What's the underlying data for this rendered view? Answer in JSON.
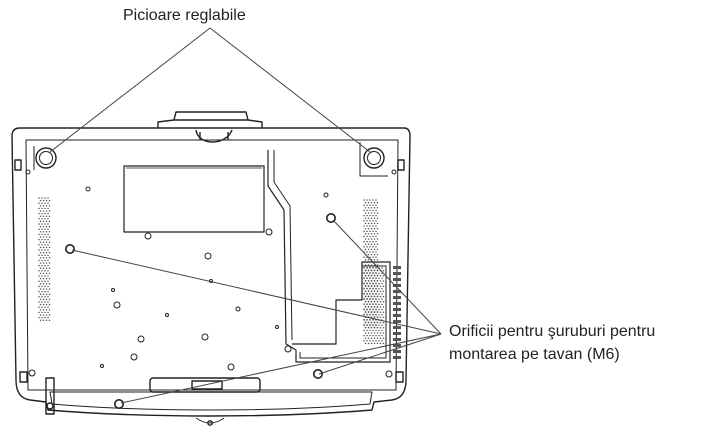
{
  "labels": {
    "adjustable_feet": "Picioare reglabile",
    "mount_holes_line1": "Orificii pentru şuruburi pentru",
    "mount_holes_line2": "montarea pe tavan (M6)"
  },
  "colors": {
    "outline": "#222222",
    "leader": "#444444",
    "background": "#ffffff",
    "vent": "#555555"
  }
}
